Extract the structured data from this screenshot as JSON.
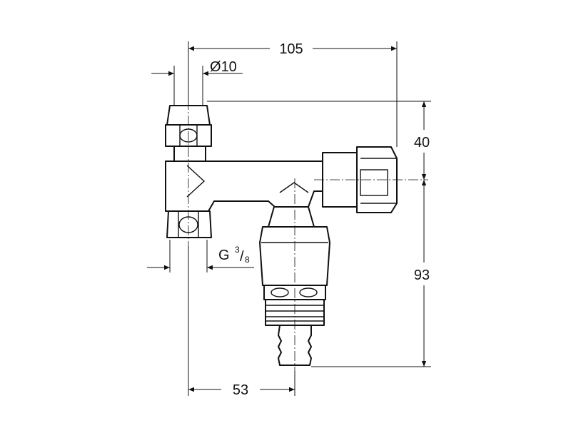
{
  "dimensions": {
    "total_width": "105",
    "pipe_diameter_prefix": "Ø",
    "pipe_diameter_value": "10",
    "thread_main": "G",
    "thread_numerator": "3",
    "thread_slash": "/",
    "thread_denominator": "8",
    "upper_height": "40",
    "lower_height": "93",
    "outlet_offset": "53"
  },
  "colors": {
    "line": "#111111",
    "background": "#ffffff"
  }
}
